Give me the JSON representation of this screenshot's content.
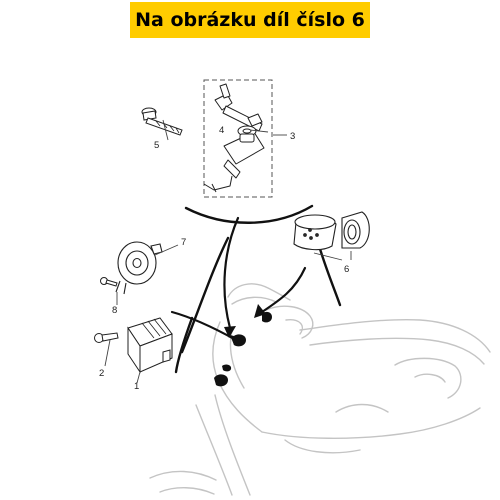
{
  "header": {
    "title": "Na obrázku díl číslo 6",
    "background_color": "#ffcc00"
  },
  "diagram": {
    "callouts": {
      "c1": "1",
      "c2": "2",
      "c3": "3",
      "c4": "4",
      "c5": "5",
      "c6": "6",
      "c7": "7",
      "c8": "8"
    },
    "parts": [
      "regulator-rectifier",
      "bolt",
      "ignition-switch-assembly",
      "key-cylinder",
      "long-bolt",
      "accessory-socket",
      "horn",
      "small-bolt"
    ]
  }
}
